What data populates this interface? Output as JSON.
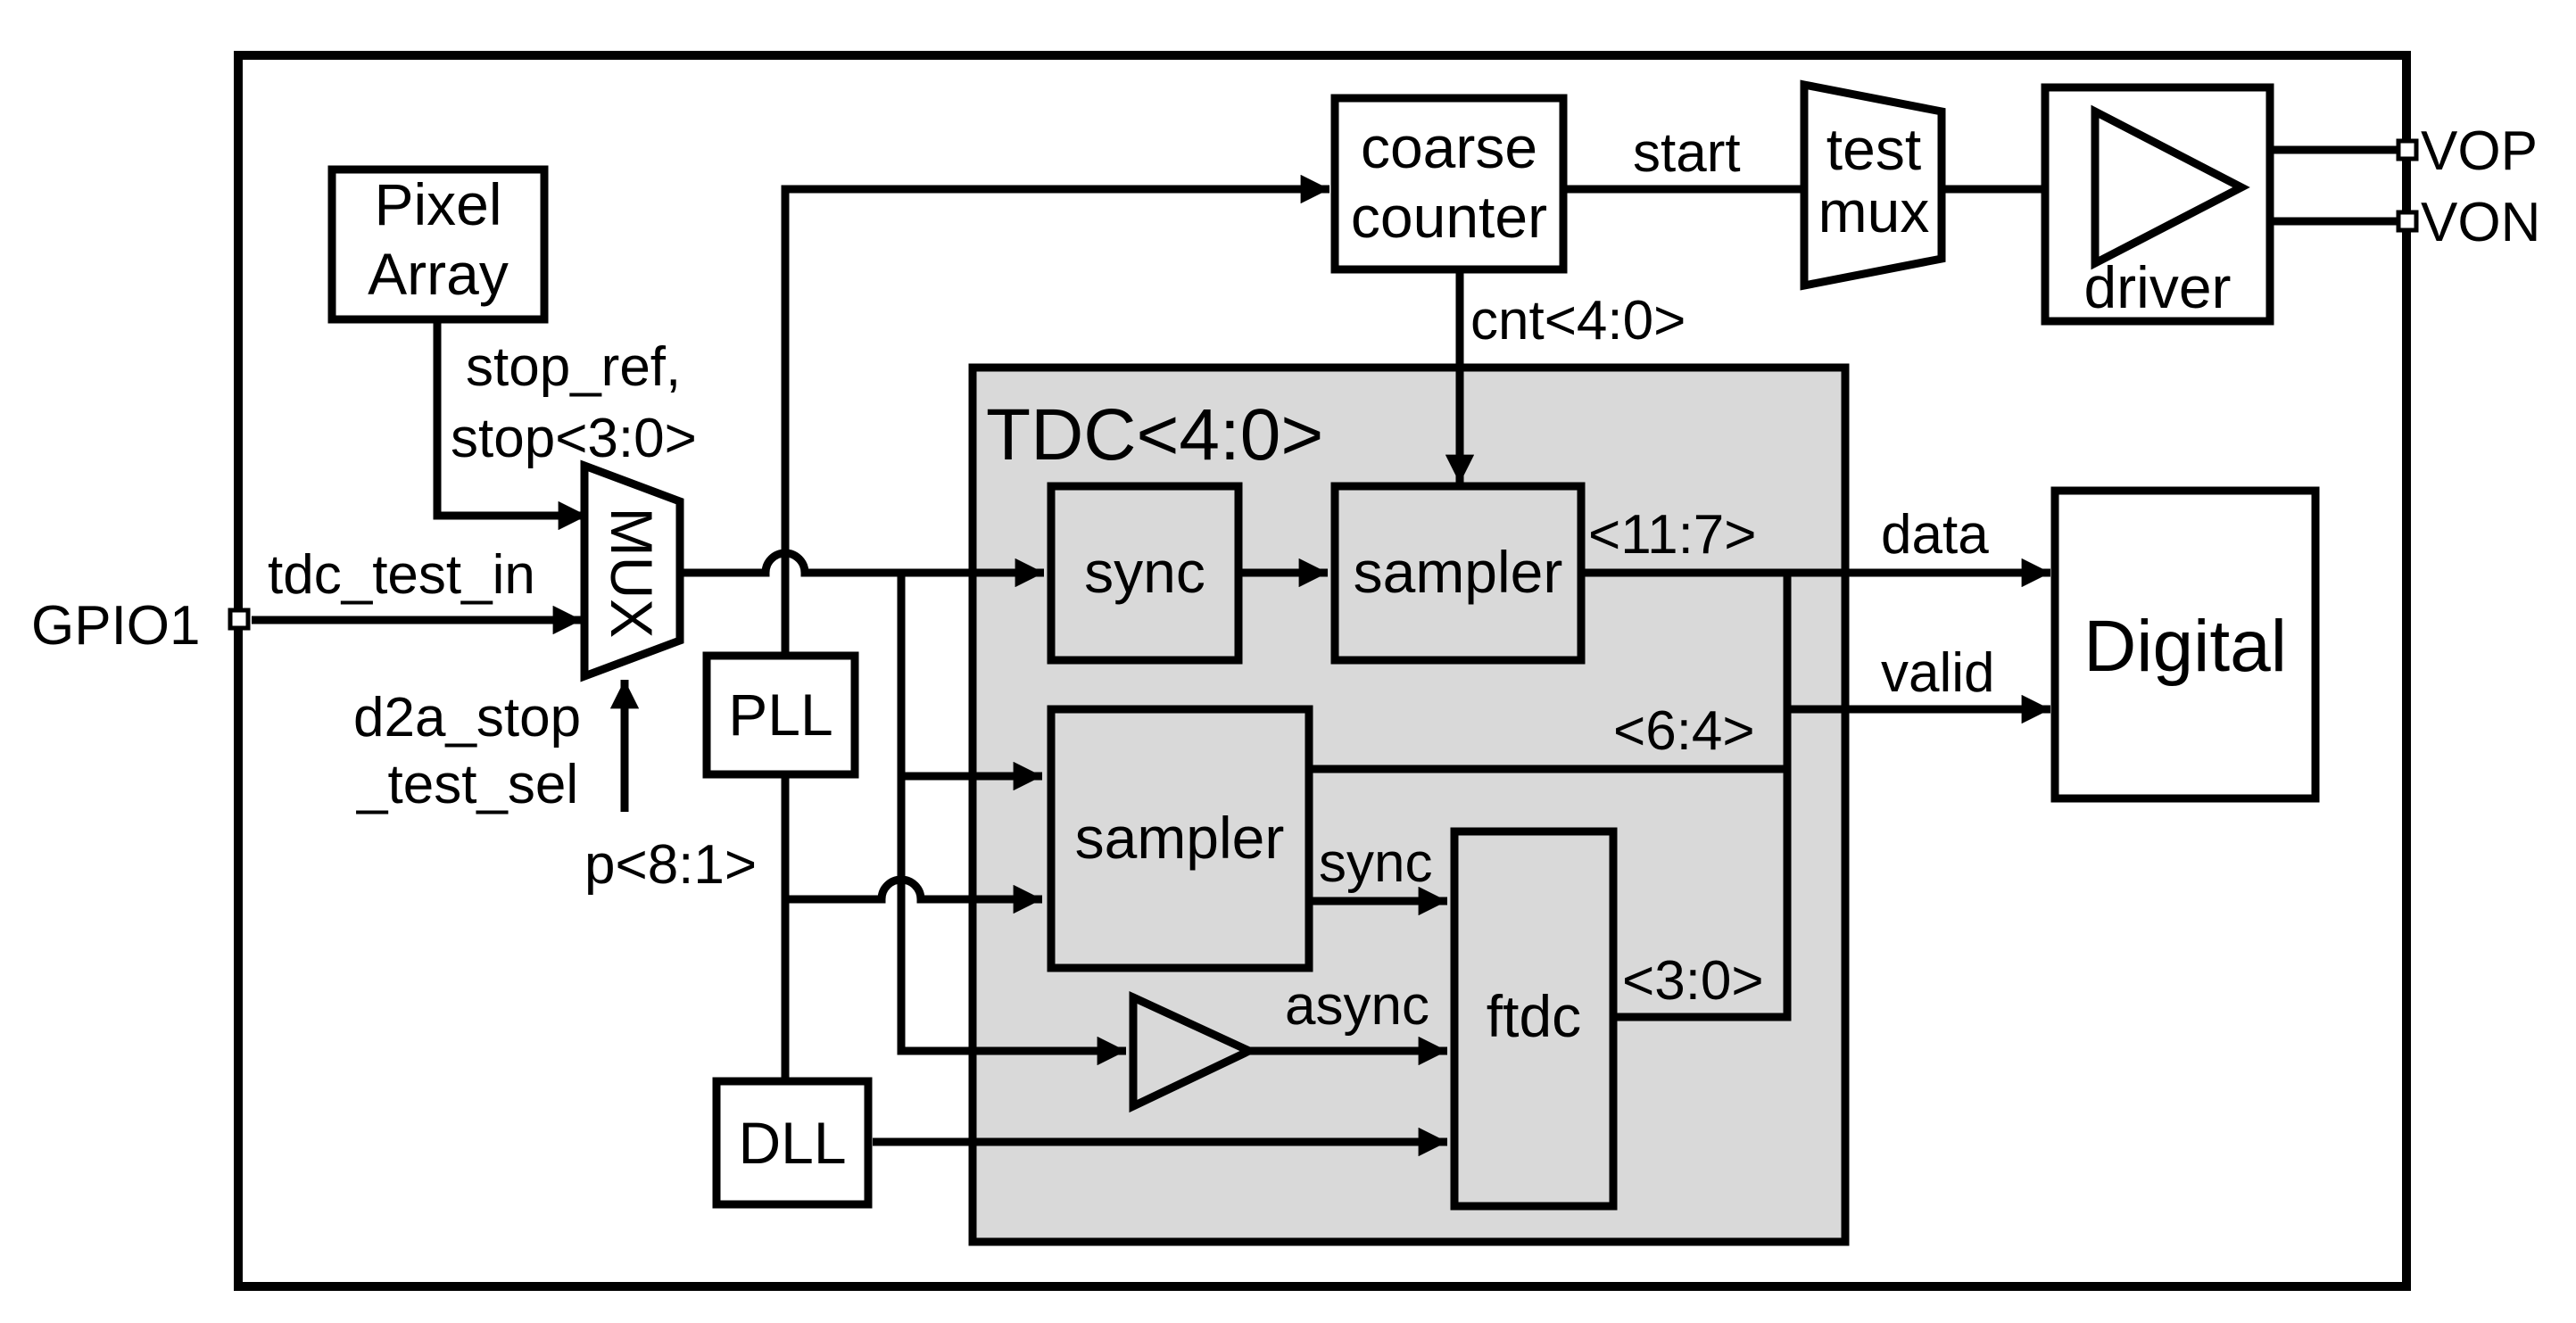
{
  "blocks": {
    "pixel_array_line1": "Pixel",
    "pixel_array_line2": "Array",
    "mux": "MUX",
    "pll": "PLL",
    "dll": "DLL",
    "coarse_counter_line1": "coarse",
    "coarse_counter_line2": "counter",
    "test_mux_line1": "test",
    "test_mux_line2": "mux",
    "driver": "driver",
    "tdc": "TDC<4:0>",
    "sync": "sync",
    "sampler_top": "sampler",
    "sampler_mid": "sampler",
    "ftdc": "ftdc",
    "digital": "Digital"
  },
  "signals": {
    "stop_ref": "stop_ref,",
    "stop": "stop<3:0>",
    "tdc_test_in": "tdc_test_in",
    "gpio1": "GPIO1",
    "d2a_line1": "d2a_stop",
    "d2a_line2": "_test_sel",
    "p": "p<8:1>",
    "start": "start",
    "cnt": "cnt<4:0>",
    "vop": "VOP",
    "von": "VON",
    "bits_11_7": "<11:7>",
    "bits_6_4": "<6:4>",
    "bits_3_0": "<3:0>",
    "data": "data",
    "valid": "valid",
    "sync": "sync",
    "async": "async"
  }
}
